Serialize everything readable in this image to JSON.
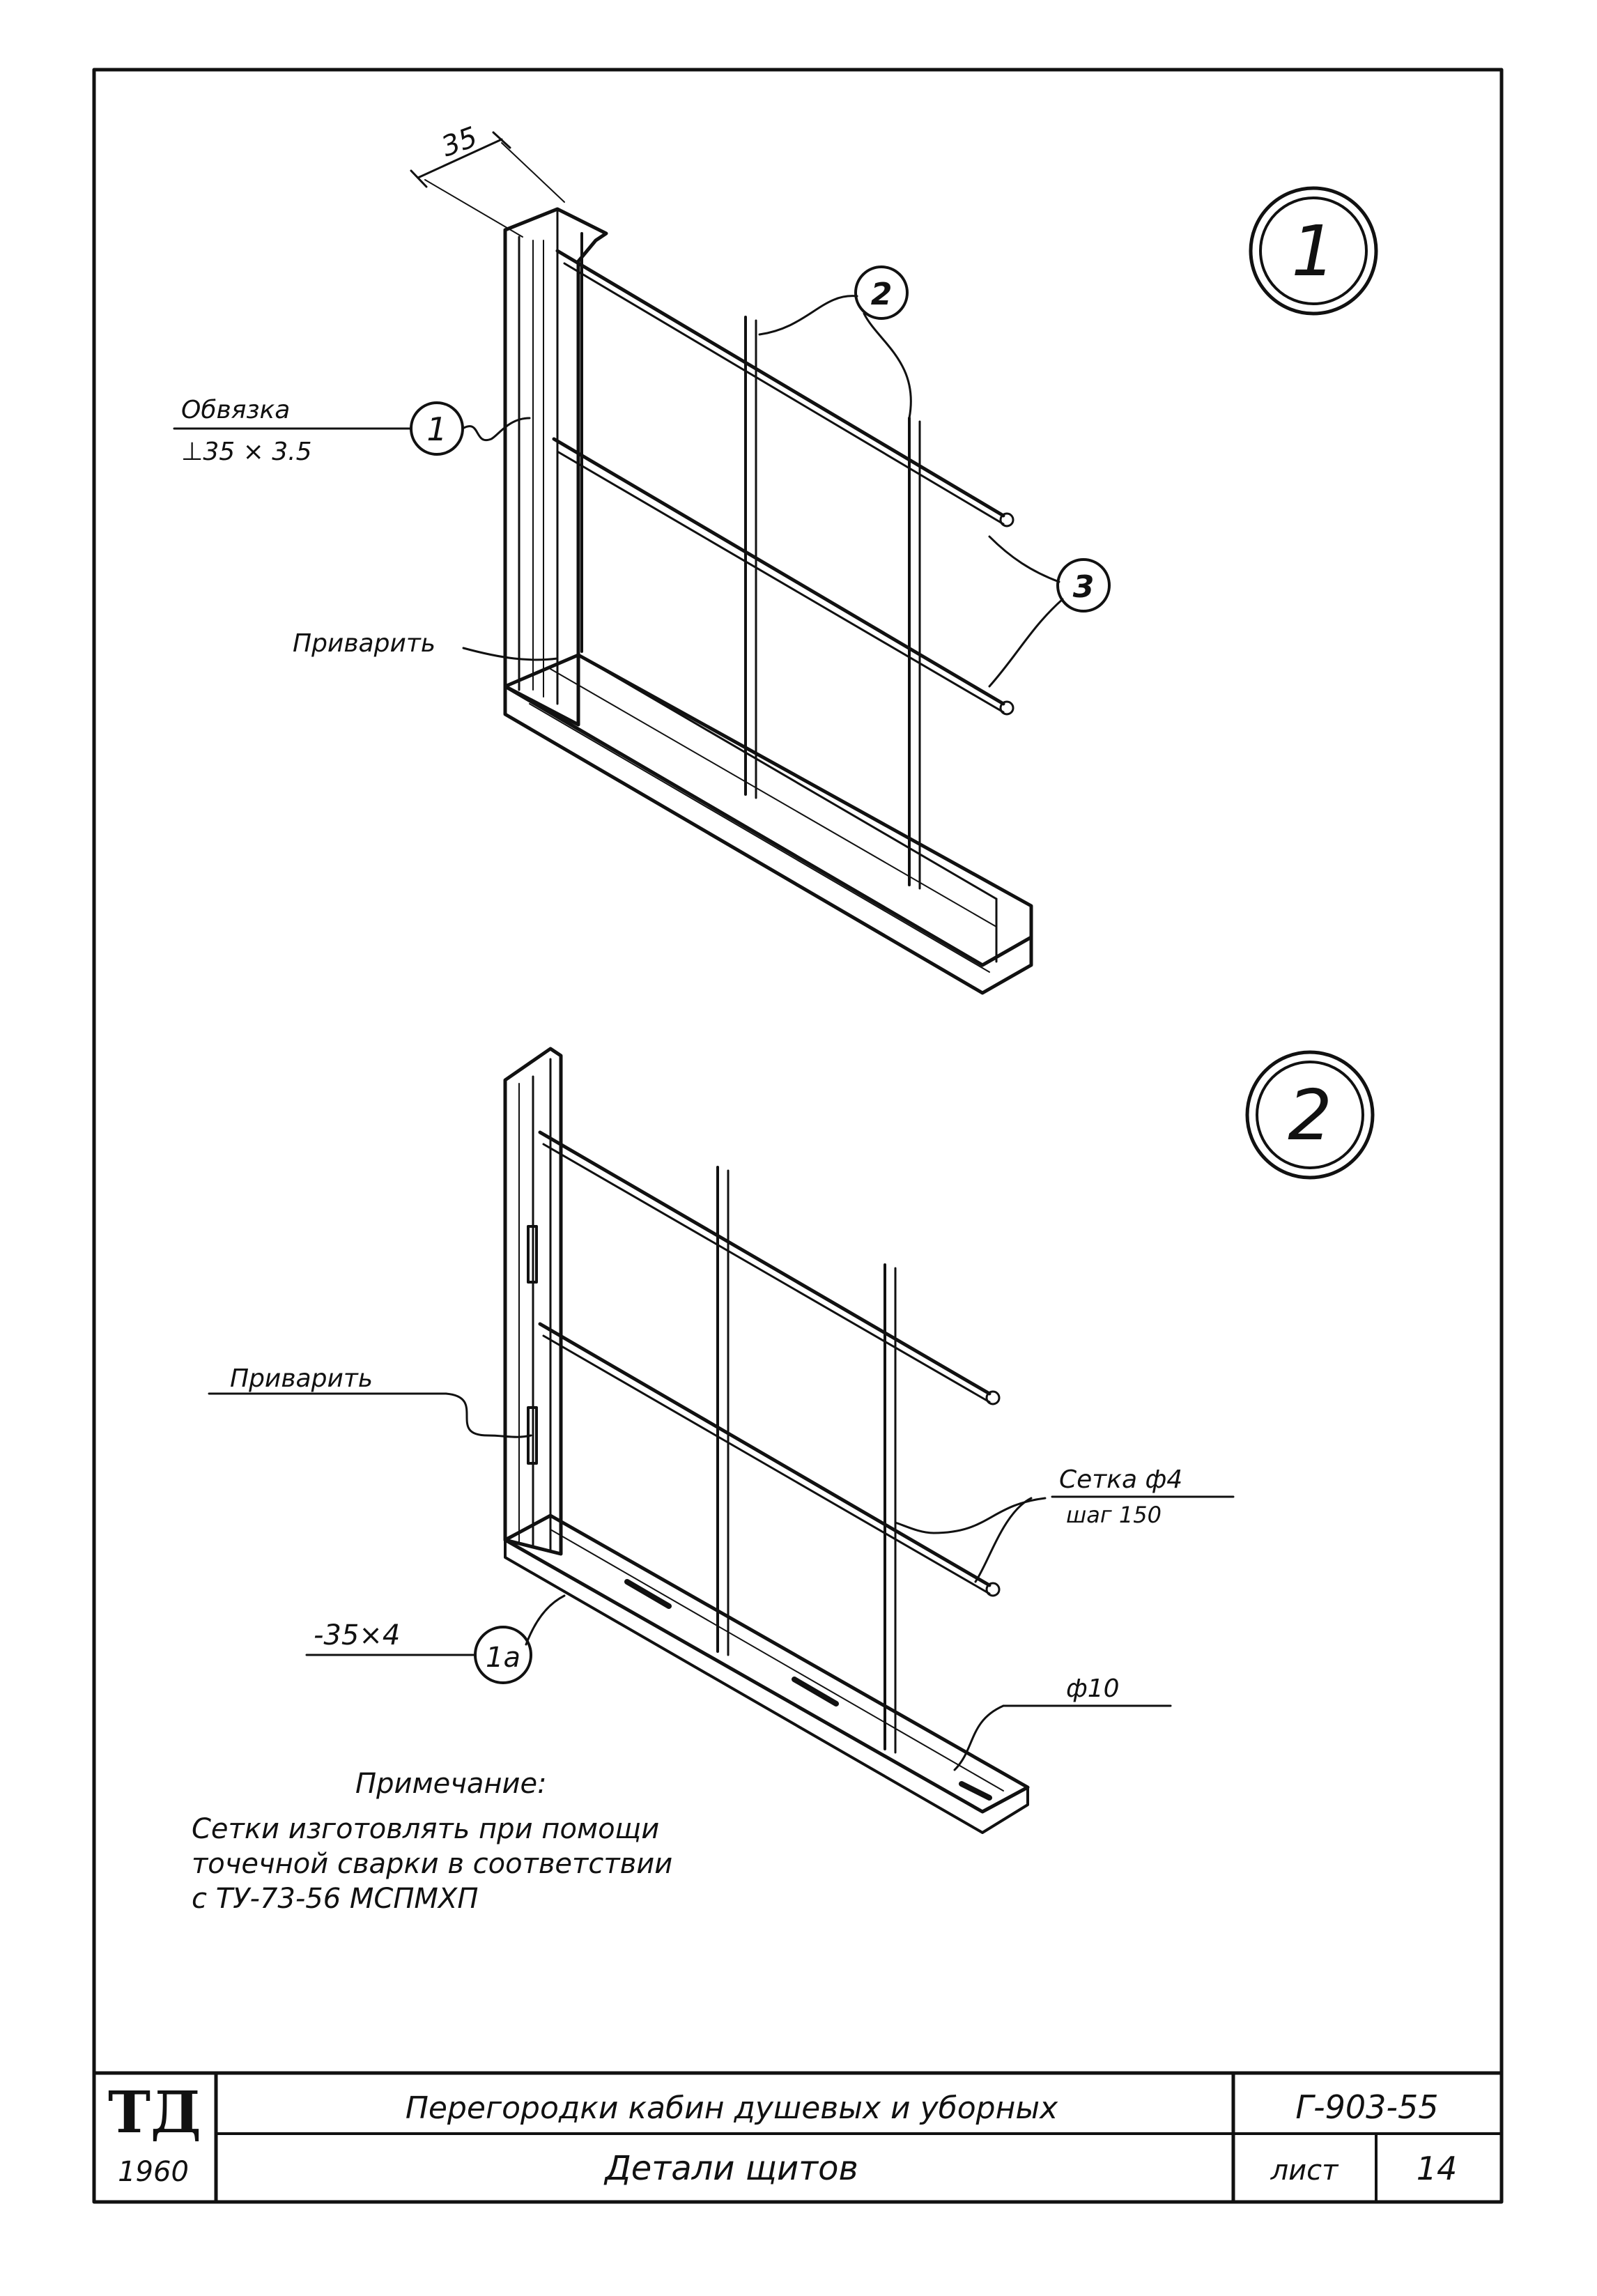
{
  "detail_1": {
    "number": "1",
    "dimension": "35",
    "frame_label_line1": "Обвязка",
    "frame_label_line2": "⊥35 × 3.5",
    "frame_marker": "1",
    "rod_marker_2": "2",
    "rod_marker_3": "3",
    "weld_label": "Приварить"
  },
  "detail_2": {
    "number": "2",
    "weld_label": "Приварить",
    "mesh_label": "Сетка ф4",
    "mesh_step": "шаг 150",
    "strip_label": "-35×4",
    "strip_marker": "1а",
    "rod_label": "ф10"
  },
  "note": {
    "heading": "Примечание:",
    "line1": "Сетки изготовлять при помощи",
    "line2": "точечной сварки в соответствии",
    "line3": "с ТУ-73-56   МСПМХП"
  },
  "title_block": {
    "org": "ТД",
    "year": "1960",
    "title": "Перегородки кабин душевых и уборных",
    "subtitle": "Детали щитов",
    "code": "Г-903-55",
    "sheet_label": "лист",
    "sheet_number": "14"
  }
}
